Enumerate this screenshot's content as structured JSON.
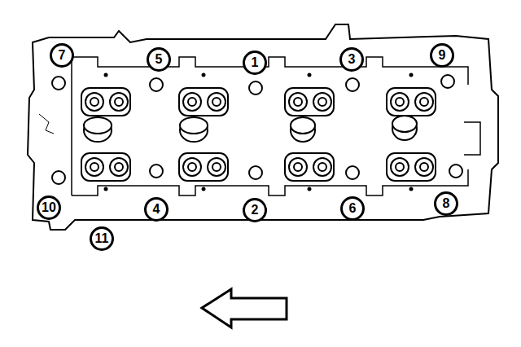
{
  "diagram": {
    "nodes": [
      {
        "text": [
          "7"
        ]
      },
      {
        "text": [
          "5"
        ]
      },
      {
        "text": [
          "1"
        ]
      },
      {
        "text": [
          "3"
        ]
      },
      {
        "text": [
          "9"
        ]
      },
      {
        "text": [
          "10"
        ]
      },
      {
        "text": [
          "4"
        ]
      },
      {
        "text": [
          "2"
        ]
      },
      {
        "text": [
          "6"
        ]
      },
      {
        "text": [
          "8"
        ]
      },
      {
        "text": [
          "11"
        ]
      }
    ]
  }
}
